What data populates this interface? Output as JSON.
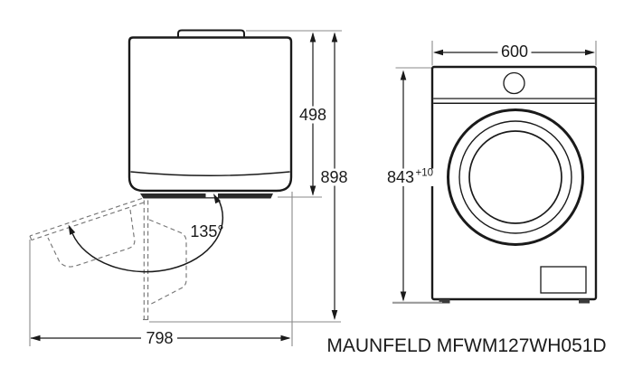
{
  "caption": "MAUNFELD MFWM127WH051D",
  "top_view": {
    "depth_label": "498",
    "open_depth_label": "898",
    "open_total_label": "798",
    "door_angle_label": "135°"
  },
  "front_view": {
    "width_label": "600",
    "height_label": "843",
    "height_tolerance_label": "+10"
  },
  "colors": {
    "outline": "#1a1a1a",
    "dimension_line": "#1a1a1a",
    "extension_line": "#8a8a8a",
    "dashed_door": "#777777",
    "door_band": "#2a2a2a",
    "floor_line": "#9a9a9a",
    "background": "#ffffff"
  }
}
